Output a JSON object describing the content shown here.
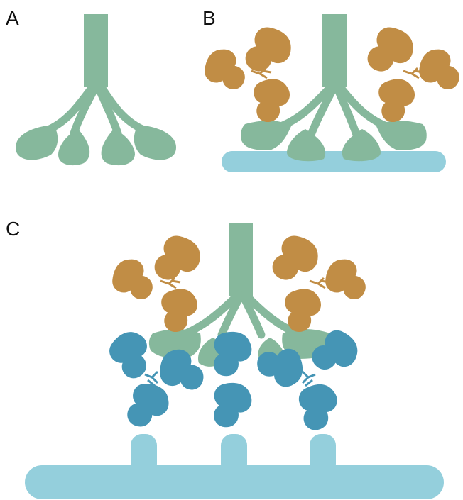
{
  "panels": [
    {
      "label": "A"
    },
    {
      "label": "B"
    },
    {
      "label": "C"
    }
  ],
  "colors": {
    "lectin": "#86b89c",
    "primary_antibody": "#c18d45",
    "secondary_antibody": "#4595b5",
    "surface": "#94cfdc",
    "background": "#ffffff"
  }
}
